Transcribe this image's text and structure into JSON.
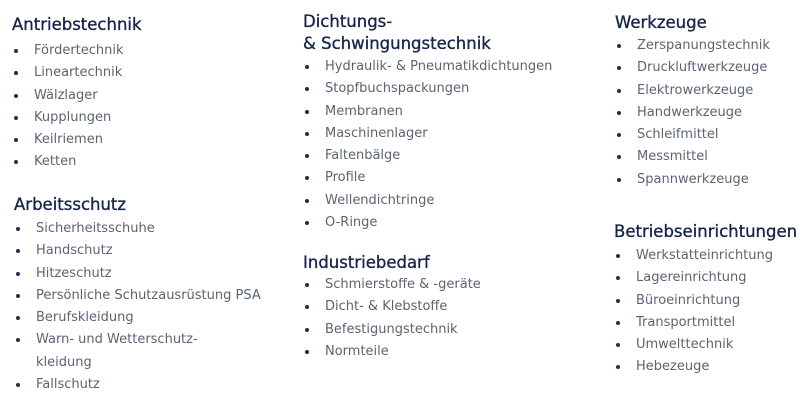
{
  "columns": [
    {
      "groups": [
        {
          "title": [
            "Antriebstechnik"
          ],
          "items": [
            [
              "Fördertechnik"
            ],
            [
              "Lineartechnik"
            ],
            [
              "Wälzlager"
            ],
            [
              "Kupplungen"
            ],
            [
              "Keilriemen"
            ],
            [
              "Ketten"
            ]
          ]
        },
        {
          "title": [
            "Arbeitsschutz"
          ],
          "items": [
            [
              "Sicherheitsschuhe"
            ],
            [
              "Handschutz"
            ],
            [
              "Hitzeschutz"
            ],
            [
              "Persönliche Schutzausrüstung PSA"
            ],
            [
              "Berufskleidung"
            ],
            [
              "Warn- und Wetterschutz-",
              "kleidung"
            ],
            [
              "Fallschutz"
            ]
          ]
        }
      ]
    },
    {
      "groups": [
        {
          "title": [
            "Dichtungs-",
            "& Schwingungstechnik"
          ],
          "items": [
            [
              "Hydraulik- & Pneumatikdichtungen"
            ],
            [
              "Stopfbuchspackungen"
            ],
            [
              "Membranen"
            ],
            [
              "Maschinenlager"
            ],
            [
              "Faltenbälge"
            ],
            [
              "Profile"
            ],
            [
              "Wellendichtringe"
            ],
            [
              "O-Ringe"
            ]
          ]
        },
        {
          "title": [
            "Industriebedarf"
          ],
          "items": [
            [
              "Schmierstoffe & -geräte"
            ],
            [
              "Dicht- & Klebstoffe"
            ],
            [
              "Befestigungstechnik"
            ],
            [
              "Normteile"
            ]
          ]
        }
      ]
    },
    {
      "groups": [
        {
          "title": [
            "Werkzeuge"
          ],
          "items": [
            [
              "Zerspanungstechnik"
            ],
            [
              "Druckluftwerkzeuge"
            ],
            [
              "Elektrowerkzeuge"
            ],
            [
              "Handwerkzeuge"
            ],
            [
              "Schleifmittel"
            ],
            [
              "Messmittel"
            ],
            [
              "Spannwerkzeuge"
            ]
          ]
        },
        {
          "title": [
            "Betriebseinrichtungen"
          ],
          "items": [
            [
              "Werkstatteinrichtung"
            ],
            [
              "Lagereinrichtung"
            ],
            [
              "Büroeinrichtung"
            ],
            [
              "Transportmittel"
            ],
            [
              "Umwelttechnik"
            ],
            [
              "Hebezeuge"
            ]
          ]
        }
      ]
    }
  ]
}
